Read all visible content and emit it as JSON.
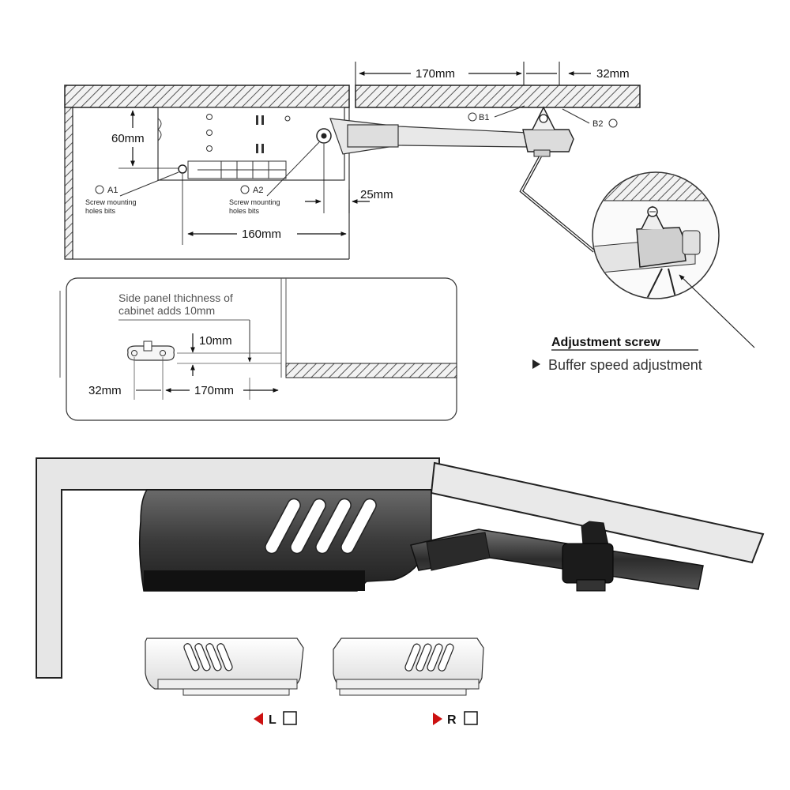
{
  "dimensions": {
    "top_170": "170mm",
    "top_32": "32mm",
    "height_60": "60mm",
    "width_160": "160mm",
    "offset_25": "25mm",
    "panel_10": "10mm",
    "panel_32": "32mm",
    "panel_170": "170mm"
  },
  "labels": {
    "a1": "A1",
    "a2": "A2",
    "b1": "B1",
    "b2": "B2",
    "screw_holes_line1": "Screw mounting",
    "screw_holes_line2": "holes bits",
    "side_panel_line1": "Side panel thichness of",
    "side_panel_line2": "cabinet adds 10mm",
    "adjustment_title": "Adjustment screw",
    "adjustment_item": "Buffer speed adjustment",
    "left_marker": "L",
    "right_marker": "R"
  },
  "colors": {
    "hatch": "#555555",
    "arrow_red": "#cc1111",
    "body_dark": "#3a3a3a",
    "panel_light": "#e6e6e6"
  },
  "icons": [
    "screw-icon",
    "triangle-left-icon",
    "triangle-right-icon",
    "checkbox-icon"
  ]
}
